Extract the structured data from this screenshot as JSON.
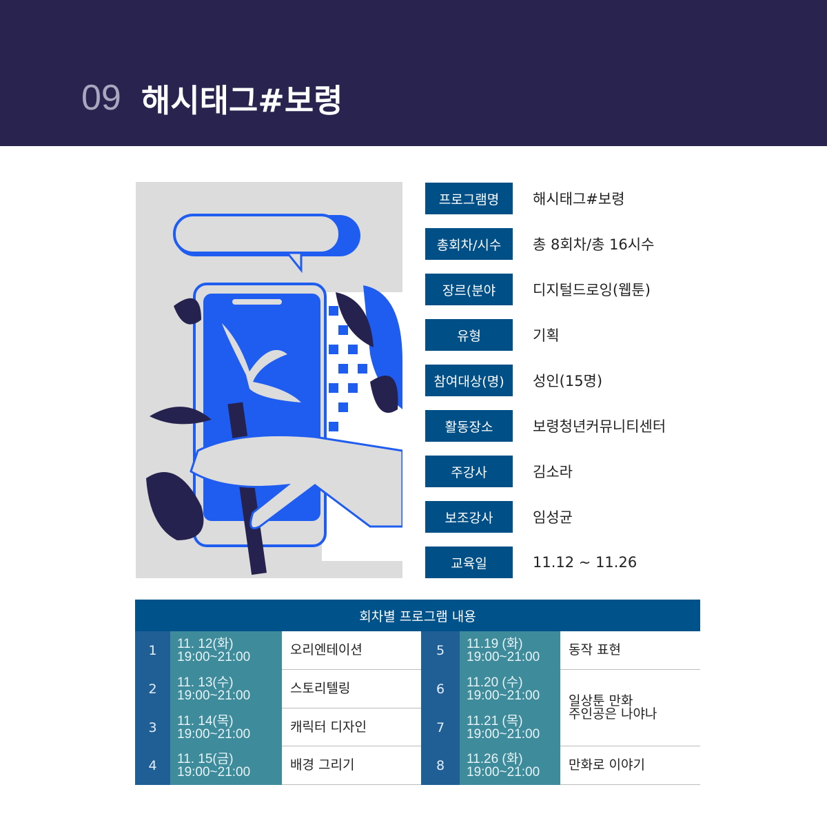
{
  "header": {
    "number": "09",
    "title": "해시태그#보령"
  },
  "info": [
    {
      "label": "프로그램명",
      "value": "해시태그#보령"
    },
    {
      "label": "총회차/시수",
      "value": "총 8회차/총 16시수"
    },
    {
      "label": "장르(분야",
      "value": "디지털드로잉(웹툰)"
    },
    {
      "label": "유형",
      "value": "기획"
    },
    {
      "label": "참여대상(명)",
      "value": "성인(15명)"
    },
    {
      "label": "활동장소",
      "value": "보령청년커뮤니티센터"
    },
    {
      "label": "주강사",
      "value": "김소라"
    },
    {
      "label": "보조강사",
      "value": "임성균"
    },
    {
      "label": "교육일",
      "value": "11.12 ~ 11.26"
    }
  ],
  "schedule": {
    "title": "회차별 프로그램 내용",
    "sessions": [
      {
        "no": "1",
        "date": "11. 12(화)",
        "time": "19:00~21:00",
        "content": "오리엔테이션"
      },
      {
        "no": "2",
        "date": "11. 13(수)",
        "time": "19:00~21:00",
        "content": "스토리텔링"
      },
      {
        "no": "3",
        "date": "11. 14(목)",
        "time": "19:00~21:00",
        "content": "캐릭터 디자인"
      },
      {
        "no": "4",
        "date": "11. 15(금)",
        "time": "19:00~21:00",
        "content": "배경 그리기"
      },
      {
        "no": "5",
        "date": "11.19 (화)",
        "time": "19:00~21:00",
        "content": "동작 표현"
      },
      {
        "no": "6",
        "date": "11.20 (수)",
        "time": "19:00~21:00",
        "content": "일상툰 만화"
      },
      {
        "no": "7",
        "date": "11.21 (목)",
        "time": "19:00~21:00",
        "content": "주인공은 나야나"
      },
      {
        "no": "8",
        "date": "11.26 (화)",
        "time": "19:00~21:00",
        "content": "만화로 이야기"
      }
    ]
  },
  "colors": {
    "header": "#28234f",
    "label": "#004f86",
    "number": "#1f5f95",
    "date": "#3e8b9c",
    "illustration_blue": "#1f5cf0",
    "illustration_navy": "#25224f"
  }
}
